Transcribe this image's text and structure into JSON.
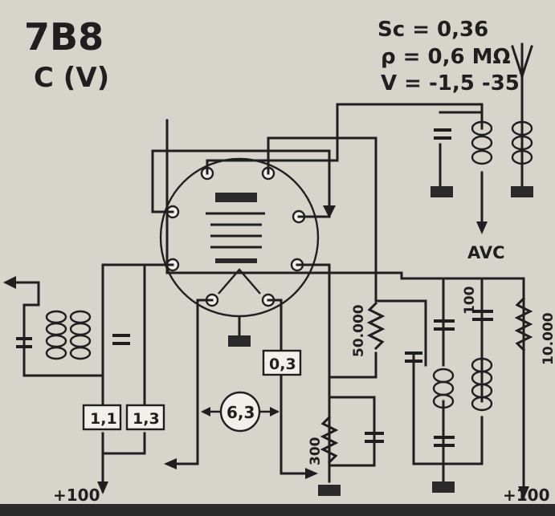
{
  "header": {
    "tube_type": "7B8",
    "tube_class": "C (V)"
  },
  "parameters": {
    "sc": "Sc = 0,36",
    "rho": "ρ  = 0,6 MΩ",
    "v": "V  = -1,5 -35"
  },
  "labels": {
    "avc": "AVC",
    "r_50000": "50.000",
    "r_10000": "10.000",
    "c_100": "100",
    "r_300": "300",
    "box_1_1": "1,1",
    "box_1_3": "1,3",
    "box_0_3": "0,3",
    "heater_6_3": "6,3",
    "supply_left": "+100",
    "supply_right": "+100"
  }
}
